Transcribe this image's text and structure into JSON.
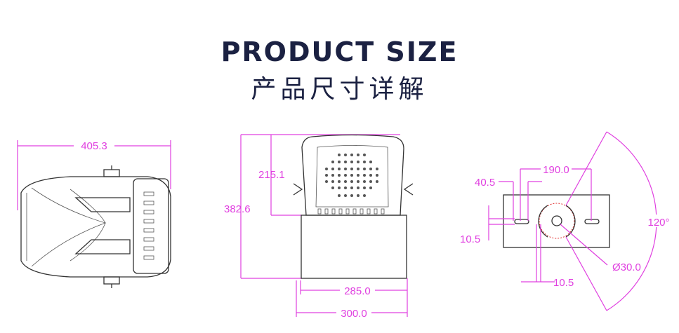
{
  "header": {
    "title_en": "PRODUCT SIZE",
    "title_cn": "产品尺寸详解"
  },
  "views": {
    "top_view": {
      "length": "405.3"
    },
    "front_view": {
      "head_height": "215.1",
      "total_height": "382.6",
      "inner_width": "285.0",
      "outer_width": "300.0"
    },
    "bracket_view": {
      "slot_offset": "40.5",
      "slot_spacing": "190.0",
      "slot_width": "10.5",
      "arc_slot_width": "10.5",
      "center_hole": "Ø30.0",
      "rotation_angle": "120°"
    }
  },
  "colors": {
    "title": "#1b2142",
    "dimension": "#e040e0"
  }
}
